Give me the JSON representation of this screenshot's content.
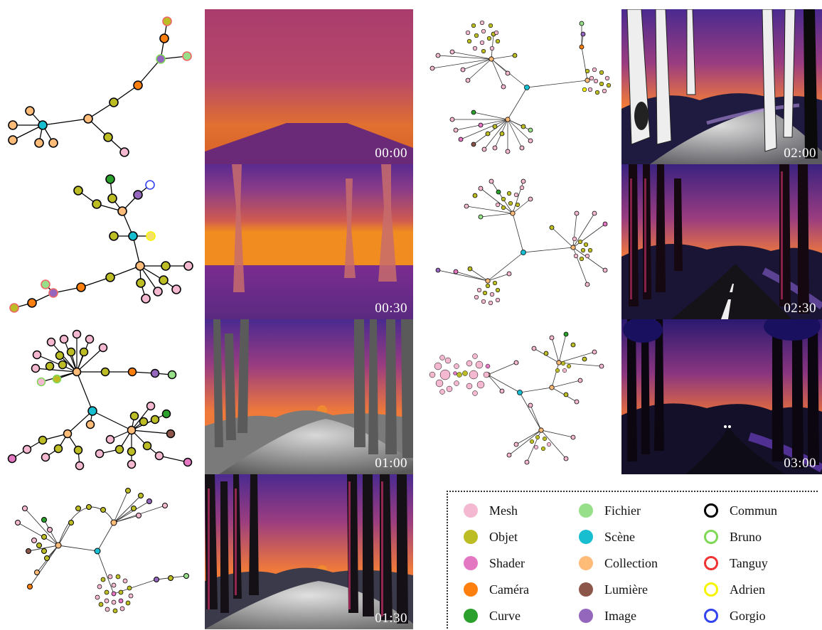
{
  "frames": [
    {
      "time": "00:00"
    },
    {
      "time": "00:30"
    },
    {
      "time": "01:00"
    },
    {
      "time": "01:30"
    },
    {
      "time": "02:00"
    },
    {
      "time": "02:30"
    },
    {
      "time": "03:00"
    }
  ],
  "legend": {
    "node_types": [
      {
        "label": "Mesh",
        "color": "#f4b8d0"
      },
      {
        "label": "Objet",
        "color": "#bcbc25"
      },
      {
        "label": "Shader",
        "color": "#e377c2"
      },
      {
        "label": "Caméra",
        "color": "#ff7f0e"
      },
      {
        "label": "Curve",
        "color": "#2ca02c"
      },
      {
        "label": "Fichier",
        "color": "#98df8a"
      },
      {
        "label": "Scène",
        "color": "#17becf"
      },
      {
        "label": "Collection",
        "color": "#ffbb78"
      },
      {
        "label": "Lumière",
        "color": "#8c564b"
      },
      {
        "label": "Image",
        "color": "#9467bd"
      }
    ],
    "contributors": [
      {
        "label": "Commun",
        "color": "#000000"
      },
      {
        "label": "Bruno",
        "color": "#7ed957"
      },
      {
        "label": "Tanguy",
        "color": "#ee3333"
      },
      {
        "label": "Adrien",
        "color": "#f5f500"
      },
      {
        "label": "Gorgio",
        "color": "#3344ee"
      }
    ]
  }
}
